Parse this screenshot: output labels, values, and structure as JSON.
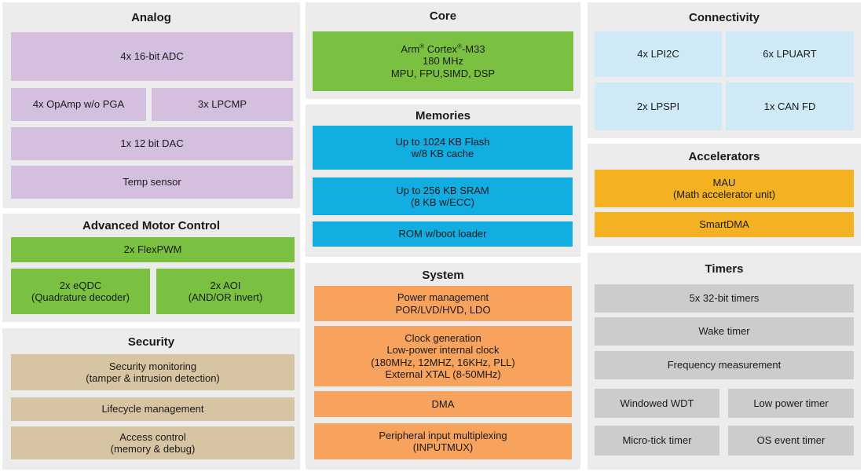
{
  "analog": {
    "title": "Analog",
    "adc": "4x 16-bit ADC",
    "opamp": "4x OpAmp w/o PGA",
    "lpcmp": "3x LPCMP",
    "dac": "1x 12 bit DAC",
    "temp": "Temp sensor"
  },
  "motor": {
    "title": "Advanced Motor Control",
    "flexpwm": "2x FlexPWM",
    "eqdc": [
      "2x eQDC",
      "(Quadrature decoder)"
    ],
    "aoi": [
      "2x AOI",
      "(AND/OR invert)"
    ]
  },
  "security": {
    "title": "Security",
    "monitoring": [
      "Security monitoring",
      "(tamper & intrusion detection)"
    ],
    "lifecycle": "Lifecycle management",
    "access": [
      "Access control",
      "(memory & debug)"
    ]
  },
  "core": {
    "title": "Core",
    "arm": "Arm",
    "cortex": " Cortex",
    "model": "-M33",
    "reg": "®",
    "freq": "180 MHz",
    "features": "MPU, FPU,SIMD, DSP"
  },
  "memories": {
    "title": "Memories",
    "flash": [
      "Up to 1024 KB Flash",
      "w/8 KB cache"
    ],
    "sram": [
      "Up to 256 KB SRAM",
      "(8 KB w/ECC)"
    ],
    "rom": "ROM w/boot loader"
  },
  "system": {
    "title": "System",
    "power": [
      "Power management",
      "POR/LVD/HVD, LDO"
    ],
    "clock": [
      "Clock generation",
      "Low-power internal clock",
      "(180MHz, 12MHZ, 16KHz, PLL)",
      "External XTAL (8-50MHz)"
    ],
    "dma": "DMA",
    "inputmux": [
      "Peripheral input multiplexing",
      "(INPUTMUX)"
    ]
  },
  "connectivity": {
    "title": "Connectivity",
    "lpi2c": "4x LPI2C",
    "lpuart": "6x LPUART",
    "lpspi": "2x LPSPI",
    "can": "1x CAN FD"
  },
  "accelerators": {
    "title": "Accelerators",
    "mau": [
      "MAU",
      "(Math accelerator unit)"
    ],
    "smartdma": "SmartDMA"
  },
  "timers": {
    "title": "Timers",
    "t32": "5x 32-bit timers",
    "wake": "Wake timer",
    "freq": "Frequency measurement",
    "wwdt": "Windowed WDT",
    "lowpower": "Low power timer",
    "microtick": "Micro-tick timer",
    "osevent": "OS event timer"
  }
}
